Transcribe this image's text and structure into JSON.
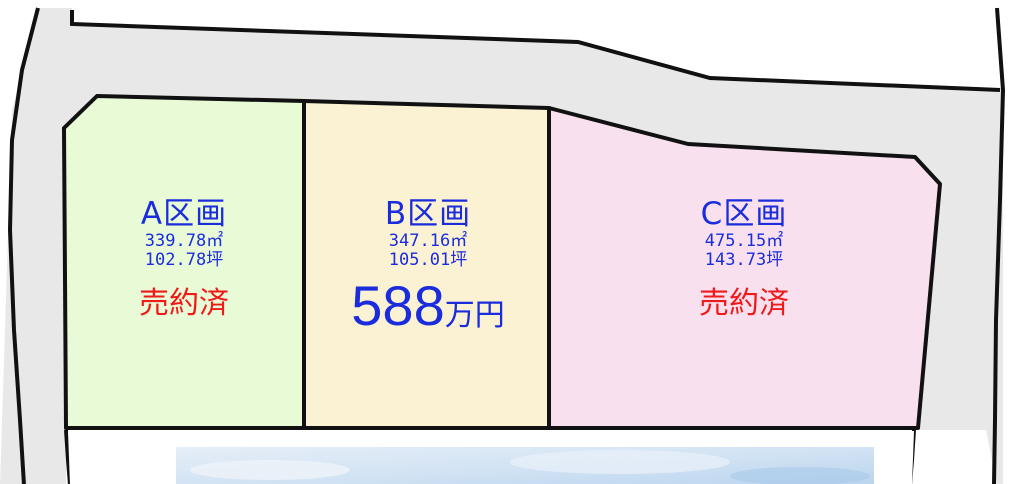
{
  "colors": {
    "lot_a_fill": "#e9fbd6",
    "lot_b_fill": "#fbf2d4",
    "lot_c_fill": "#f8e0ef",
    "road_fill": "#e8e8e8",
    "outline": "#111111",
    "label_blue": "#1a2cdc",
    "sold_red": "#ef1a1a",
    "sky_photo": "#cfe1f3"
  },
  "lots": [
    {
      "name": "A区画",
      "area_m2": "339.78㎡",
      "area_tsubo": "102.78坪",
      "status": "売約済"
    },
    {
      "name": "B区画",
      "area_m2": "347.16㎡",
      "area_tsubo": "105.01坪",
      "price_number": "588",
      "price_unit": "万円"
    },
    {
      "name": "C区画",
      "area_m2": "475.15㎡",
      "area_tsubo": "143.73坪",
      "status": "売約済"
    }
  ]
}
